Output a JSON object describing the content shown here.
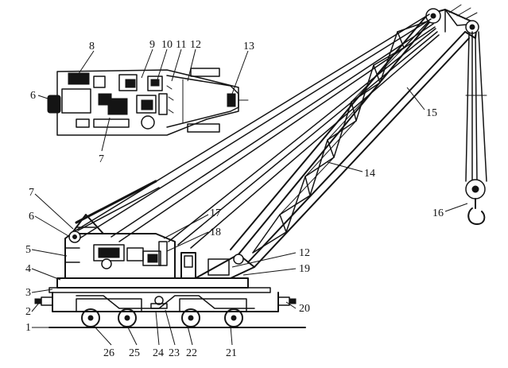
{
  "diagram": {
    "labels": [
      "1",
      "2",
      "3",
      "4",
      "5",
      "6",
      "7",
      "8",
      "9",
      "10",
      "11",
      "12",
      "13",
      "14",
      "15",
      "16",
      "17",
      "18",
      "19",
      "20",
      "21",
      "22",
      "23",
      "24",
      "25",
      "26"
    ],
    "inset_labels": [
      "6",
      "7",
      "8",
      "9",
      "10",
      "11",
      "12",
      "13"
    ]
  }
}
